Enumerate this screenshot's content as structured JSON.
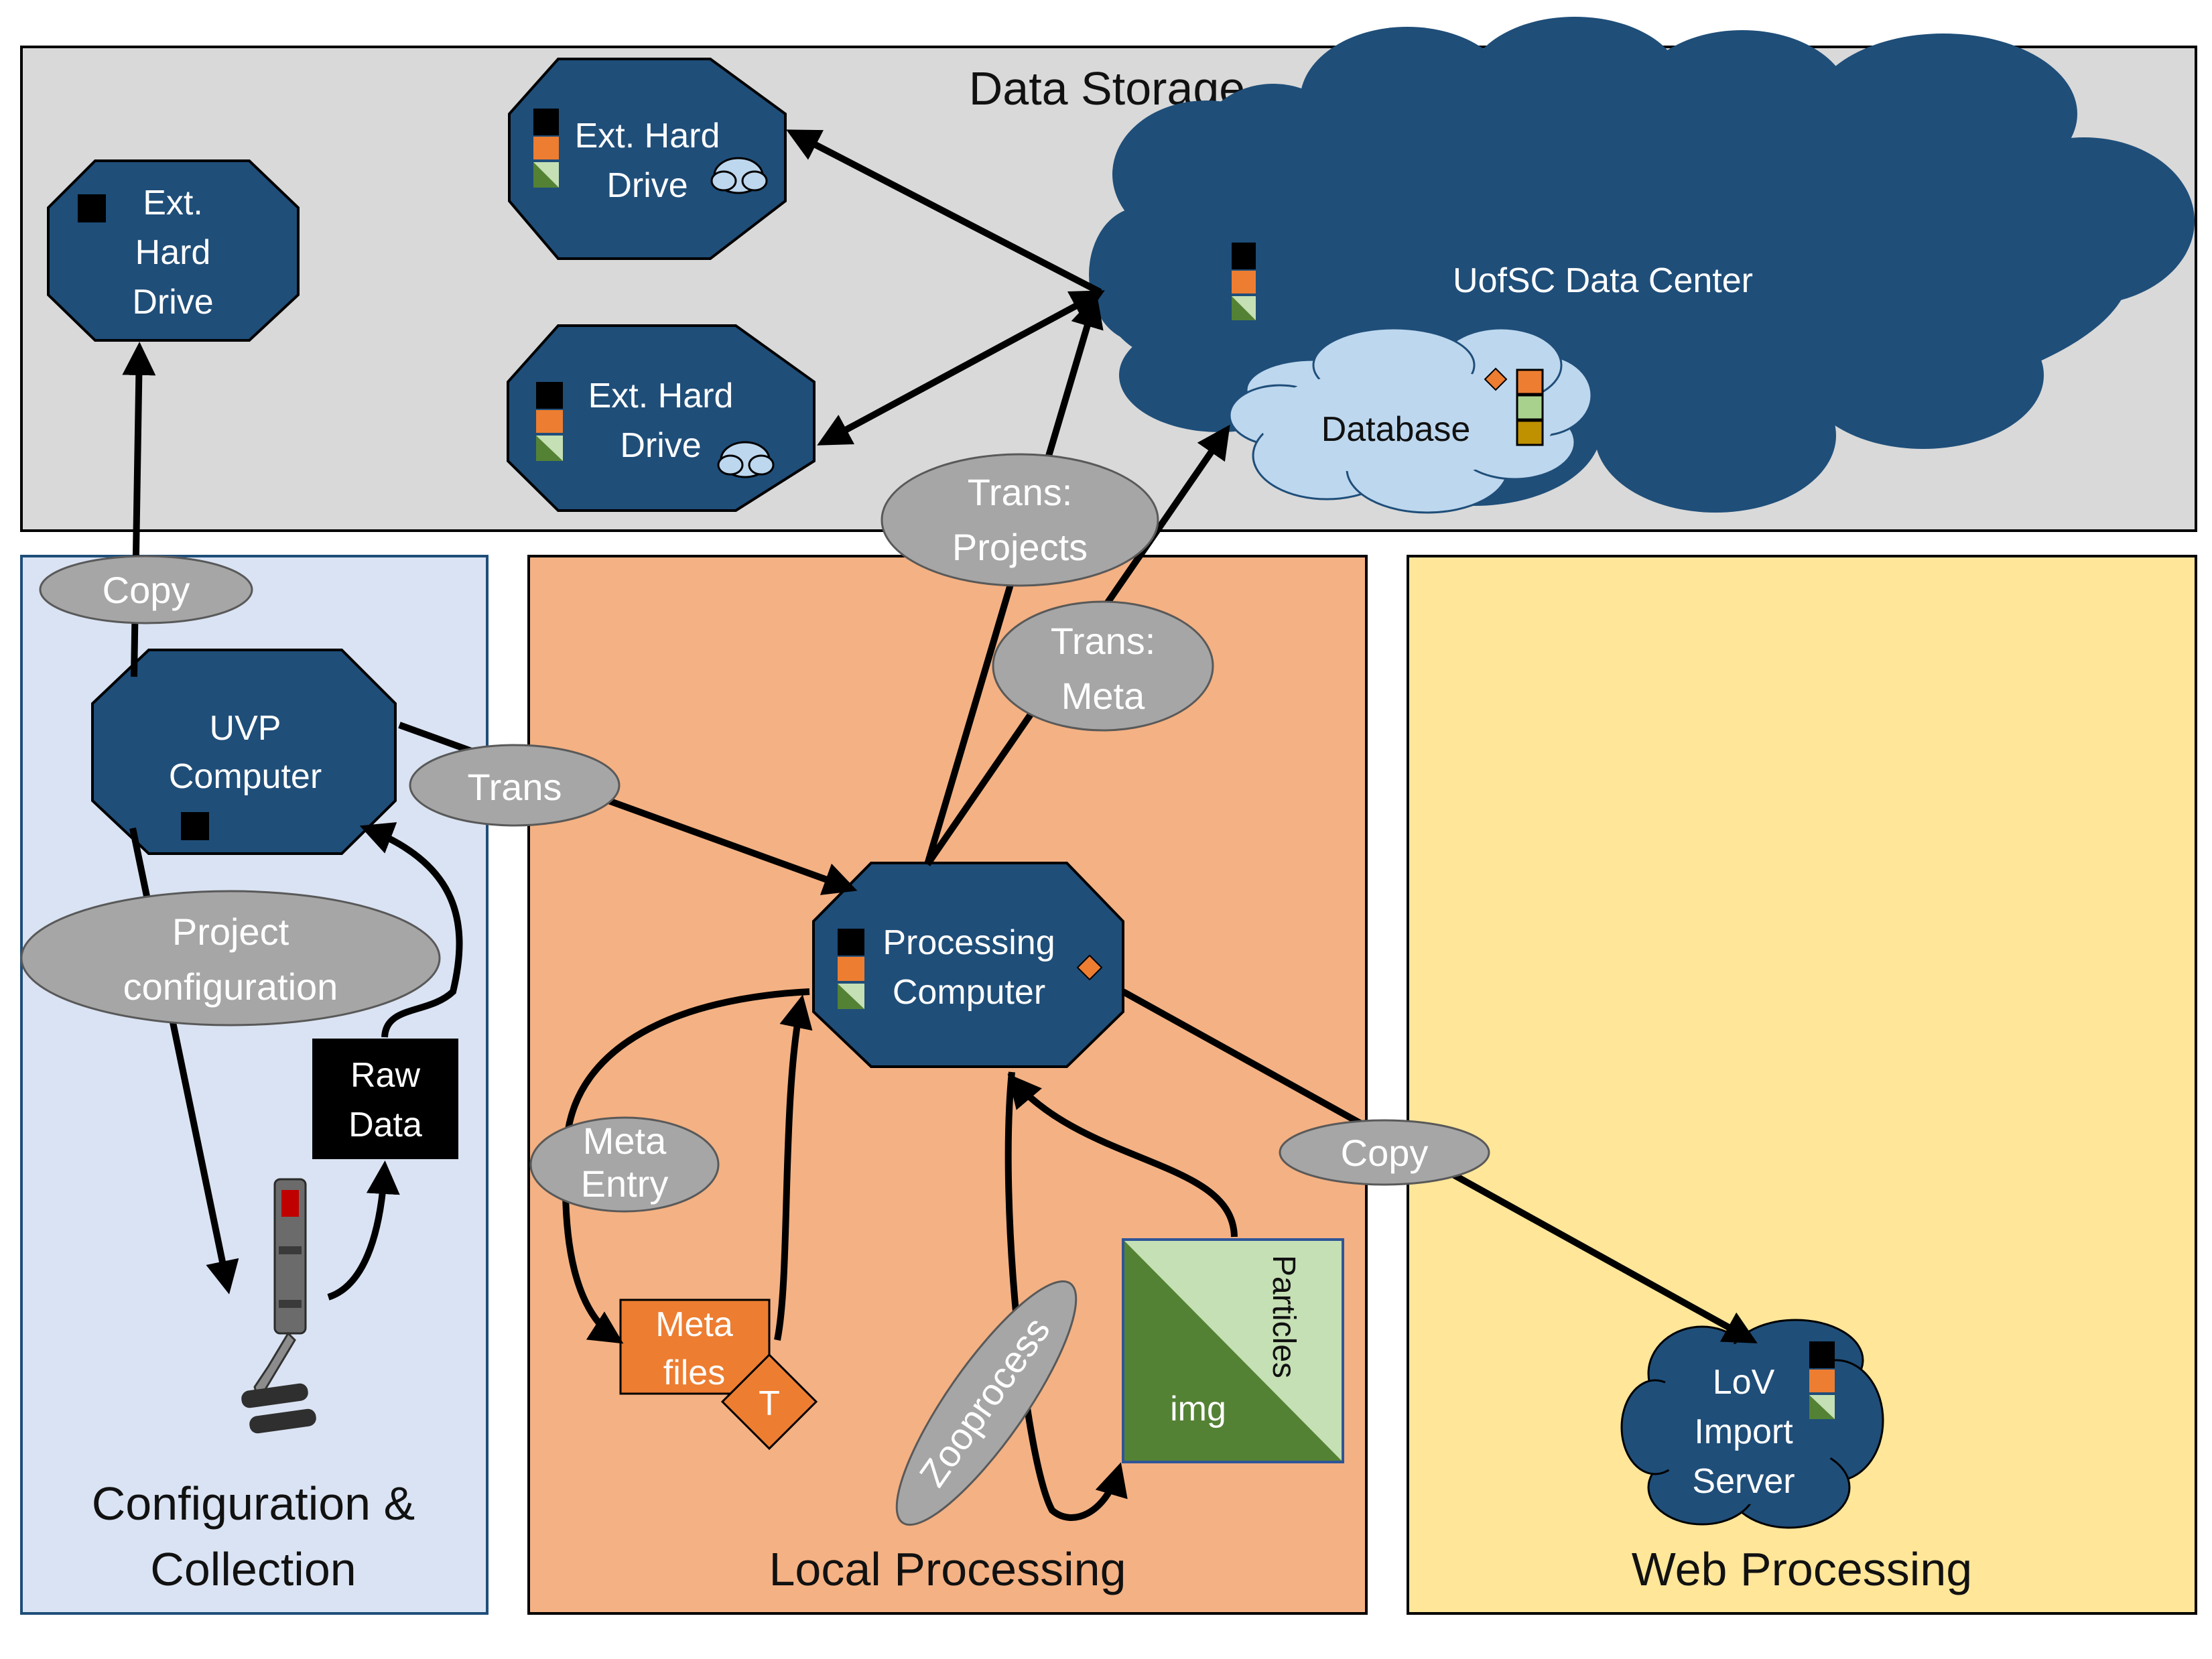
{
  "colors": {
    "node": "#1f4e79",
    "storage_bg": "#d9d9d9",
    "collection_bg": "#dae3f3",
    "local_bg": "#f4b183",
    "web_bg": "#ffe699",
    "oval": "#a6a6a6",
    "database": "#bdd7ee",
    "orange": "#ed7d31",
    "light_green": "#c5e0b4",
    "dark_green": "#548235",
    "gold": "#bf9000",
    "black": "#000000"
  },
  "regions": {
    "storage": "Data Storage",
    "collection": [
      "Configuration &",
      "Collection"
    ],
    "local": "Local Processing",
    "web": "Web Processing"
  },
  "nodes": {
    "ext_drive_1": [
      "Ext.",
      "Hard",
      "Drive"
    ],
    "ext_drive_2": [
      "Ext. Hard",
      "Drive"
    ],
    "ext_drive_3": [
      "Ext. Hard",
      "Drive"
    ],
    "data_center": "UofSC Data Center",
    "database": "Database",
    "uvp_computer": [
      "UVP",
      "Computer"
    ],
    "processing_computer": [
      "Processing",
      "Computer"
    ],
    "raw_data": [
      "Raw",
      "Data"
    ],
    "meta_files": [
      "Meta",
      "files"
    ],
    "template_badge": "T",
    "img": "img",
    "particles": "Particles",
    "lov_server": [
      "LoV",
      "Import",
      "Server"
    ]
  },
  "edge_labels": {
    "copy_top": "Copy",
    "trans_projects": [
      "Trans:",
      "Projects"
    ],
    "trans_meta": [
      "Trans:",
      "Meta"
    ],
    "trans": "Trans",
    "project_configuration": [
      "Project",
      "configuration"
    ],
    "meta_entry": [
      "Meta",
      "Entry"
    ],
    "copy_web": "Copy",
    "zooprocess": "Zooprocess"
  },
  "icons": {
    "uvp_instrument": "uvp-instrument-icon",
    "cloud": "small-cloud-icon"
  }
}
